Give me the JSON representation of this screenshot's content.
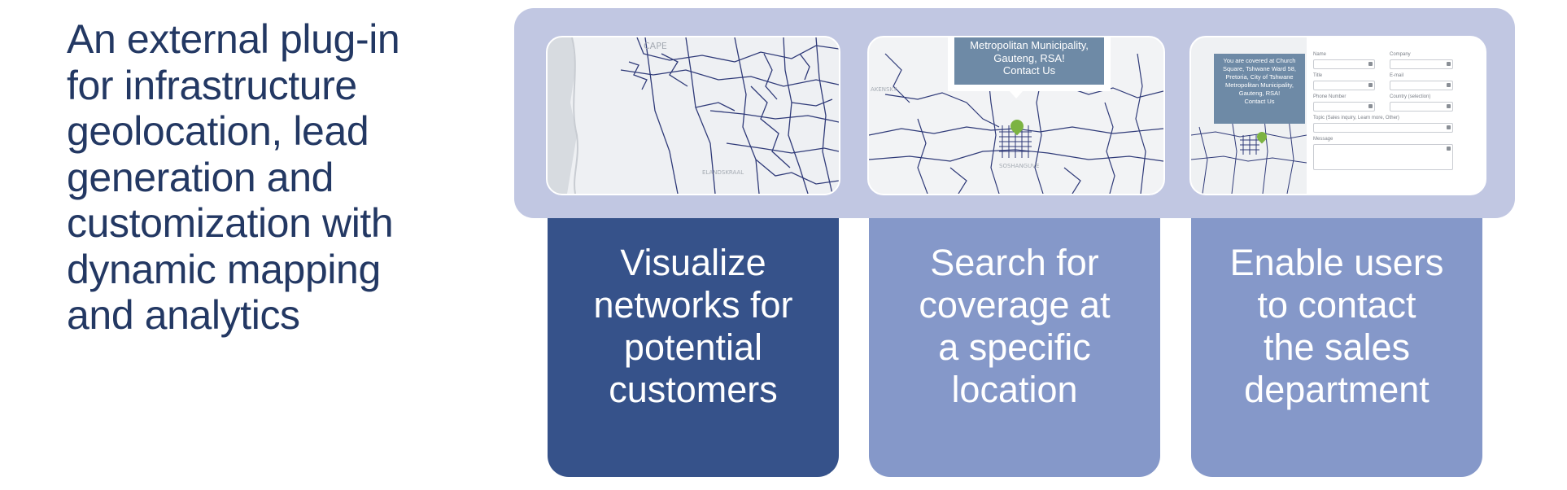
{
  "headline": "An external plug-in\nfor infrastructure\ngeolocation, lead\ngeneration and\ncustomization with\ndynamic mapping\nand analytics",
  "colors": {
    "headline_text": "#233863",
    "panel_background": "#c1c7e2",
    "card_dark": "#36528a",
    "card_light": "#8598c9",
    "map_line": "#2f3a78",
    "popup_background": "#6e8aa6",
    "pin_green": "#7cb342"
  },
  "screens": {
    "map_screen": {
      "labels": [
        "CAPE",
        "ELANDSKRAAL"
      ]
    },
    "search_screen": {
      "popup_text": "Metropolitan Municipality,\nGauteng, RSA!\nContact Us",
      "labels": [
        "AKENSKY",
        "SOSHANGUVE"
      ]
    },
    "contact_screen": {
      "info_text": "You are covered at Church\nSquare, Tshwane Ward 58,\nPretoria, City of Tshwane\nMetropolitan Municipality,\nGauteng, RSA!\nContact Us",
      "form": {
        "name_label": "Name",
        "company_label": "Company",
        "title_label": "Title",
        "email_label": "E-mail",
        "phone_label": "Phone Number",
        "country_label": "Country (selection)",
        "topic_label": "Topic (Sales inquiry, Learn more, Other)",
        "message_label": "Message"
      }
    }
  },
  "features": [
    {
      "text": "Visualize\nnetworks for\npotential\ncustomers"
    },
    {
      "text": "Search for\ncoverage at\na specific\nlocation"
    },
    {
      "text": "Enable users\nto contact\nthe sales\ndepartment"
    }
  ]
}
